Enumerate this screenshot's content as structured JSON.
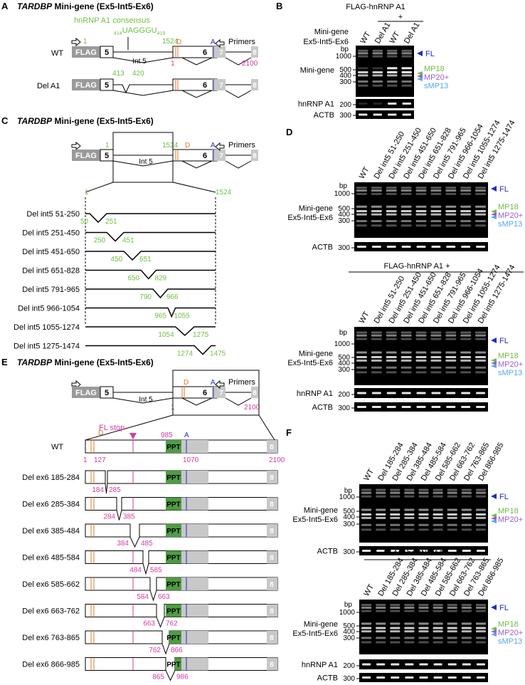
{
  "panels": {
    "A": {
      "letter": "A",
      "gene": "TARDBP",
      "title_rest": " Mini-gene (Ex5-Int5-Ex6)"
    },
    "B": {
      "letter": "B",
      "header": "FLAG-hnRNP A1",
      "plus": "+"
    },
    "C": {
      "letter": "C",
      "gene": "TARDBP",
      "title_rest": " Mini-gene (Ex5-Int5-Ex6)"
    },
    "D": {
      "letter": "D",
      "header2": "FLAG-hnRNP A1 +"
    },
    "E": {
      "letter": "E",
      "gene": "TARDBP",
      "title_rest": " Mini-gene (Ex5-Int5-Ex6)"
    },
    "F": {
      "letter": "F",
      "header2": "FLAG-hnRNP A1 +"
    }
  },
  "construct": {
    "flag": "FLAG",
    "exon5": "5",
    "exon6": "6",
    "exon7": "7",
    "exon8": "8",
    "intron": "Int 5",
    "primers": "Primers",
    "site_D": "D",
    "site_A": "A",
    "pos_1": "1",
    "pos_1524": "1524",
    "pos_1_pink": "1",
    "pos_2100": "2100",
    "consensus_label": "hnRNP A1 consensus",
    "consensus_start": "414",
    "consensus_seq": "UAGGGU",
    "consensus_end": "419",
    "wt": "WT",
    "delA1": "Del A1",
    "del_left": "413",
    "del_right": "420"
  },
  "gel_labels": {
    "minigene": "Mini-gene",
    "ex5ex6": "Ex5-Int5-Ex6",
    "minigene_ex_line1": "Mini-gene",
    "minigene_ex_line2": "Ex5-Int5-Ex6",
    "hnrnp": "hnRNP A1",
    "actb": "ACTB",
    "bp": "bp",
    "FL": "FL",
    "MP18": "MP18",
    "MP20": "MP20+",
    "sMP13": "sMP13",
    "mk1000": "1000",
    "mk500": "500",
    "mk400": "400",
    "mk300": "300",
    "mk200": "200"
  },
  "gelB_lanes": [
    "WT",
    "Del A1",
    "WT",
    "Del A1"
  ],
  "gelD_lanes": [
    "WT",
    "Del int5 51-250",
    "Del int5 251-450",
    "Del int5 451-650",
    "Del int5 651-828",
    "Del int5 791-965",
    "Del int5 966-1054",
    "Del int5 1055-1274",
    "Del int5 1275-1474"
  ],
  "gelF_lanes": [
    "WT",
    "Del 185-284",
    "Del 285-384",
    "Del 385-484",
    "Del 485-584",
    "Del 585-662",
    "Del 663-762",
    "Del 763-865",
    "Del 866-985"
  ],
  "intron_dels": [
    {
      "name": "Del int5 51-250",
      "l": "50",
      "r": "251"
    },
    {
      "name": "Del int5 251-450",
      "l": "250",
      "r": "451"
    },
    {
      "name": "Del int5 451-650",
      "l": "450",
      "r": "651"
    },
    {
      "name": "Del int5 651-828",
      "l": "650",
      "r": "829"
    },
    {
      "name": "Del int5 791-965",
      "l": "790",
      "r": "966"
    },
    {
      "name": "Del int5 966-1054",
      "l": "965",
      "r": "1055"
    },
    {
      "name": "Del int5 1055-1274",
      "l": "1054",
      "r": "1275"
    },
    {
      "name": "Del int5 1275-1474",
      "l": "1274",
      "r": "1475"
    }
  ],
  "exon6_detail": {
    "wt": "WT",
    "fl_stop": "FL stop",
    "ppt": "PPT",
    "p985": "985",
    "p1070": "1070",
    "p1": "1",
    "p127": "127",
    "p2100": "2100",
    "D": "D",
    "A": "A",
    "eight": "8"
  },
  "exon_dels": [
    {
      "name": "Del ex6 185-284",
      "l": "184",
      "r": "285"
    },
    {
      "name": "Del ex6 285-384",
      "l": "284",
      "r": "385"
    },
    {
      "name": "Del ex6 385-484",
      "l": "384",
      "r": "485"
    },
    {
      "name": "Del ex6 485-584",
      "l": "484",
      "r": "585"
    },
    {
      "name": "Del ex6 585-662",
      "l": "584",
      "r": "663"
    },
    {
      "name": "Del ex6 663-762",
      "l": "663",
      "r": "762"
    },
    {
      "name": "Del ex6 763-865",
      "l": "762",
      "r": "866"
    },
    {
      "name": "Del ex6 866-985",
      "l": "865",
      "r": "986"
    }
  ],
  "colors": {
    "green": "#6fbe44",
    "pink": "#d63aa3",
    "orange": "#e0782a",
    "blue": "#1f2fbf",
    "violet": "#9a5fd0",
    "lightblue": "#5aa6e6",
    "gray": "#9a9a9a",
    "ppt": "#4f9b45"
  }
}
